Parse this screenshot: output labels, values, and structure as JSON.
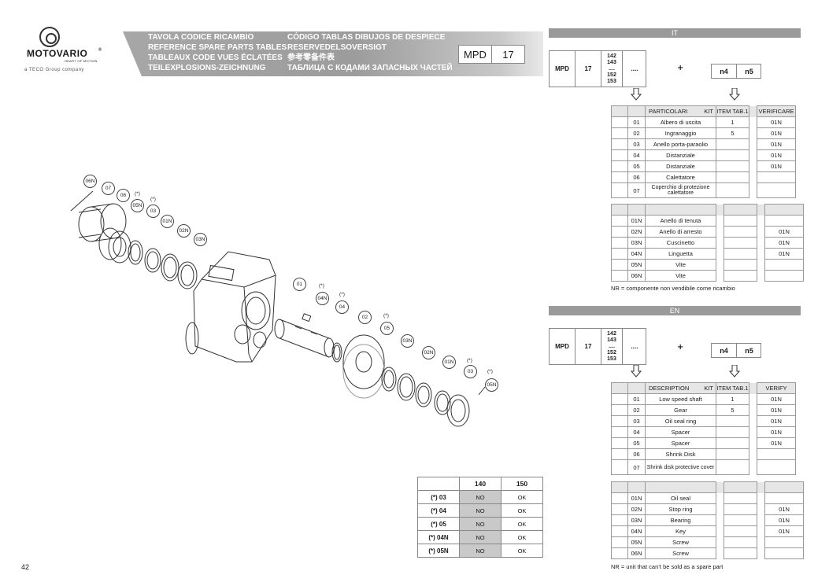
{
  "brand": {
    "name": "MOTOVARIO",
    "registered": "®",
    "tagline": "HEART OF MOTION",
    "group": "a TECO Group company"
  },
  "header": {
    "titles_left": [
      "TAVOLA CODICE RICAMBIO",
      "REFERENCE SPARE PARTS TABLES",
      "TABLEAUX CODE VUES ÉCLATÉES",
      "TEILEXPLOSIONS-ZEICHNUNG"
    ],
    "titles_right": [
      "CÓDIGO TABLAS DIBUJOS DE DESPIECE",
      "RESERVEDELSOVERSIGT",
      "参考零备件表",
      "ТАБЛИЦА С КОДАМИ ЗАПАСНЫХ ЧАСТЕЙ"
    ],
    "code": "MPD",
    "size": "17"
  },
  "page_number": "42",
  "formula": {
    "code": "MPD",
    "size": "17",
    "variants": [
      "142",
      "143",
      "....",
      "152",
      "153"
    ],
    "dots": "....",
    "plus": "+",
    "n4": "n4",
    "n5": "n5"
  },
  "it": {
    "section": "IT",
    "headers": {
      "particolari": "PARTICOLARI",
      "kit": "KIT",
      "item": "ITEM TAB.1",
      "verify": "VERIFICARE"
    },
    "rows_a": [
      {
        "n": "01",
        "desc": "Albero di uscita",
        "item": "1",
        "verify": "01N"
      },
      {
        "n": "02",
        "desc": "Ingranaggio",
        "item": "5",
        "verify": "01N"
      },
      {
        "n": "03",
        "desc": "Anello porta-paraolio",
        "item": "",
        "verify": "01N"
      },
      {
        "n": "04",
        "desc": "Distanziale",
        "item": "",
        "verify": "01N"
      },
      {
        "n": "05",
        "desc": "Distanziale",
        "item": "",
        "verify": "01N"
      },
      {
        "n": "06",
        "desc": "Calettatore",
        "item": "",
        "verify": ""
      },
      {
        "n": "07",
        "desc": "Coperchio di protezione calettatore",
        "item": "",
        "verify": ""
      }
    ],
    "rows_b": [
      {
        "n": "01N",
        "desc": "Anello di tenuta",
        "verify": ""
      },
      {
        "n": "02N",
        "desc": "Anello di arresto",
        "verify": "01N"
      },
      {
        "n": "03N",
        "desc": "Cuscinetto",
        "verify": "01N"
      },
      {
        "n": "04N",
        "desc": "Linguetta",
        "verify": "01N"
      },
      {
        "n": "05N",
        "desc": "Vite",
        "verify": ""
      },
      {
        "n": "06N",
        "desc": "Vite",
        "verify": ""
      }
    ],
    "note": "NR = componente non vendibile come ricambio"
  },
  "en": {
    "section": "EN",
    "headers": {
      "particolari": "DESCRIPTION",
      "kit": "KIT",
      "item": "ITEM TAB.1",
      "verify": "VERIFY"
    },
    "rows_a": [
      {
        "n": "01",
        "desc": "Low speed shaft",
        "item": "1",
        "verify": "01N"
      },
      {
        "n": "02",
        "desc": "Gear",
        "item": "5",
        "verify": "01N"
      },
      {
        "n": "03",
        "desc": "Oil seal ring",
        "item": "",
        "verify": "01N"
      },
      {
        "n": "04",
        "desc": "Spacer",
        "item": "",
        "verify": "01N"
      },
      {
        "n": "05",
        "desc": "Spacer",
        "item": "",
        "verify": "01N"
      },
      {
        "n": "06",
        "desc": "Shrink Disk",
        "item": "",
        "verify": ""
      },
      {
        "n": "07",
        "desc": "Shrink disk protective cover",
        "item": "",
        "verify": ""
      }
    ],
    "rows_b": [
      {
        "n": "01N",
        "desc": "Oil seal",
        "verify": ""
      },
      {
        "n": "02N",
        "desc": "Stop ring",
        "verify": "01N"
      },
      {
        "n": "03N",
        "desc": "Bearing",
        "verify": "01N"
      },
      {
        "n": "04N",
        "desc": "Key",
        "verify": "01N"
      },
      {
        "n": "05N",
        "desc": "Screw",
        "verify": ""
      },
      {
        "n": "06N",
        "desc": "Screw",
        "verify": ""
      }
    ],
    "note": "NR = unit that can’t be sold as a spare part"
  },
  "compat": {
    "cols": [
      "140",
      "150"
    ],
    "rows": [
      {
        "label": "(*) 03",
        "a": "NO",
        "b": "OK"
      },
      {
        "label": "(*) 04",
        "a": "NO",
        "b": "OK"
      },
      {
        "label": "(*) 05",
        "a": "NO",
        "b": "OK"
      },
      {
        "label": "(*) 04N",
        "a": "NO",
        "b": "OK"
      },
      {
        "label": "(*) 05N",
        "a": "NO",
        "b": "OK"
      }
    ]
  },
  "callouts": {
    "c06N": "06N",
    "c07": "07",
    "c06": "06",
    "c05N": "05N",
    "c03a": "03",
    "c01Na": "01N",
    "c02Na": "02N",
    "c03Na": "03N",
    "c01": "01",
    "c04N": "04N",
    "c04": "04",
    "c02": "02",
    "c05": "05",
    "c03Nb": "03N",
    "c02Nb": "02N",
    "c01Nb": "01N",
    "c03b": "03",
    "c05Nb": "05N",
    "star": "(*)"
  }
}
